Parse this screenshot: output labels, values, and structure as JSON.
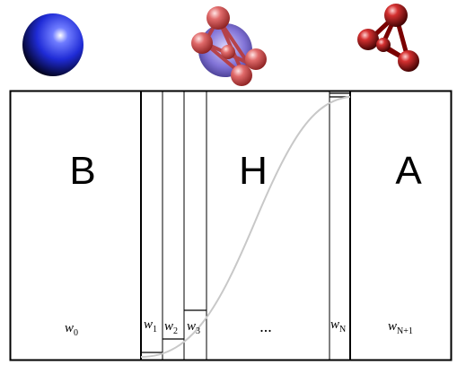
{
  "top_icons": [
    {
      "name": "sphere-icon",
      "description": "blue glossy sphere"
    },
    {
      "name": "molecule-overlay-icon",
      "description": "tetrahedral molecule inside translucent sphere"
    },
    {
      "name": "molecule-icon",
      "description": "red tetrahedral molecule"
    }
  ],
  "regions": {
    "left_label": "B",
    "middle_label": "H",
    "right_label": "A"
  },
  "windows": {
    "w0": {
      "base": "w",
      "sub": "0"
    },
    "w1": {
      "base": "w",
      "sub": "1"
    },
    "w2": {
      "base": "w",
      "sub": "2"
    },
    "w3": {
      "base": "w",
      "sub": "3"
    },
    "ellipsis": "...",
    "wN": {
      "base": "w",
      "sub": "N"
    },
    "wN1": {
      "base": "w",
      "sub": "N+1"
    }
  },
  "colors": {
    "sphere_blue": "#1f2bd6",
    "molecule_red": "#b01818",
    "overlay_purple": "#6c5bd0",
    "curve_gray": "#c8c8c8",
    "line": "#000000"
  }
}
